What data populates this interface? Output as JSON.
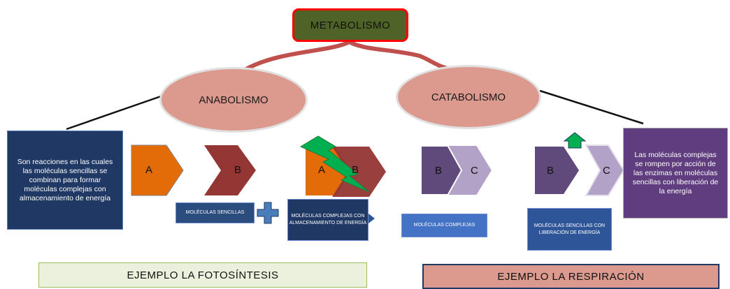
{
  "title": "METABOLISMO",
  "anabolismo": {
    "label": "ANABOLISMO",
    "definition": "Son reacciones en las cuales las moléculas sencillas se combinan para formar moléculas complejas con almacenamiento de energía",
    "example": "EJEMPLO  LA FOTOSÍNTESIS"
  },
  "catabolismo": {
    "label": "CATABOLISMO",
    "definition": "Las moléculas complejas se rompen por acción de las enzimas en moléculas sencillas con liberación de la energía",
    "example": "EJEMPLO  LA RESPIRACIÓN"
  },
  "chevrons": {
    "a1": "A",
    "b1": "B",
    "a2": "A",
    "b2": "B",
    "b3": "B",
    "c3": "C",
    "b4": "B",
    "c4": "C"
  },
  "boxes": {
    "moleculas_sencillas": "MOLÉCULAS SENCILLAS",
    "moleculas_complejas_almacenamiento": "MOLÉCULAS COMPLEJAS CON ALMACENAMIENTO DE ENERGÍA",
    "moleculas_complejas": "MOLÉCULAS COMPLEJAS",
    "moleculas_sencillas_liberacion": "MOLÉCULAS SENCILLAS CON LIBERACIÓN DE ENERGÍA"
  },
  "colors": {
    "title_fill": "#4f6228",
    "title_border": "#ff0000",
    "ellipse_fill": "#dc9a8f",
    "orange": "#e36c09",
    "dark_red": "#943634",
    "purple": "#604a7b",
    "light_purple": "#b3a2c7",
    "lightning": "#00b050",
    "plus": "#4a7ebb",
    "def_ana": "#1f3864",
    "def_cata": "#5f3d7f"
  }
}
